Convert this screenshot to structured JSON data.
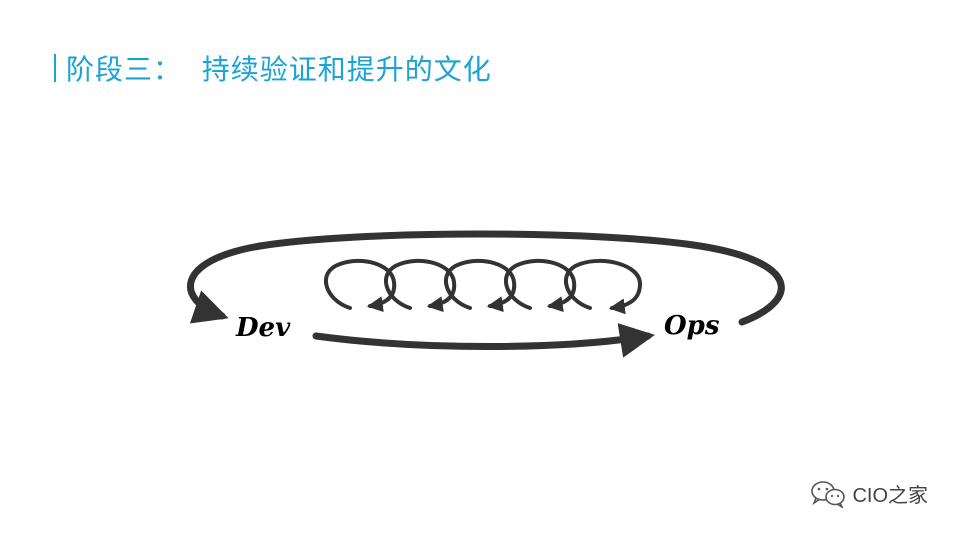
{
  "slide": {
    "title": "阶段三：  持续验证和提升的文化"
  },
  "diagram": {
    "left_label": "Dev",
    "right_label": "Ops",
    "inner_loops": 5
  },
  "watermark": {
    "text": "CIO之家",
    "icon": "wechat-icon"
  },
  "colors": {
    "title": "#1aa3d6",
    "arrows": "#333333"
  }
}
